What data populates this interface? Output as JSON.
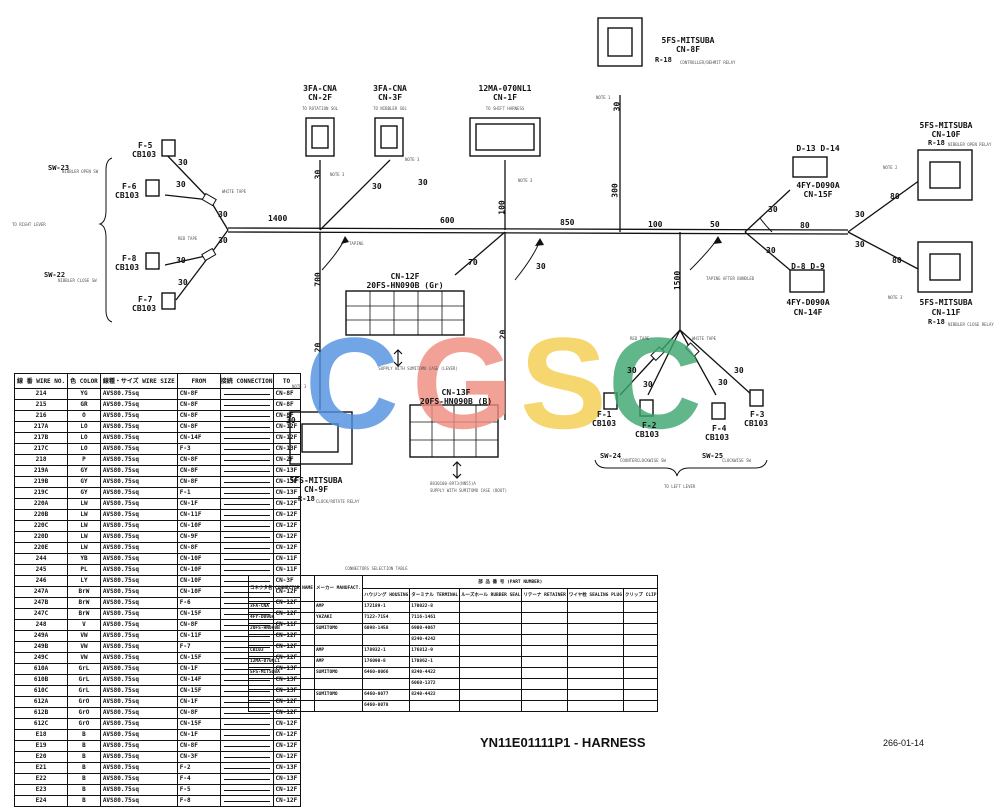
{
  "title": "YN11E01111P1 - HARNESS",
  "page_number": "266-01-14",
  "watermark": {
    "letters": [
      "C",
      "G",
      "S",
      "C"
    ],
    "colors": [
      "#4f8fe0",
      "#f08a7e",
      "#f5cc4a",
      "#3aa66d"
    ]
  },
  "connectors": {
    "cn2f": {
      "name": "3FA-CNA",
      "id": "CN-2F",
      "desc": "TO ROTATION SOL"
    },
    "cn3f": {
      "name": "3FA-CNA",
      "id": "CN-3F",
      "desc": "TO NIBBLER SOL",
      "note": "NOTE 3"
    },
    "cn1f": {
      "name": "12MA-070NL1",
      "id": "CN-1F",
      "desc": "TO SHIFT HARNESS",
      "note": "NOTE 3"
    },
    "cn8f": {
      "name": "5FS-MITSUBA",
      "id": "CN-8F",
      "ref": "R-18",
      "desc": "CONTROLLER/DEHMIT RELAY",
      "note": "NOTE 1"
    },
    "cn10f": {
      "name": "5FS-MITSUBA",
      "id": "CN-10F",
      "ref": "R-18",
      "desc": "NIBBLER OPEN RELAY",
      "note": "NOTE 2"
    },
    "cn11f": {
      "name": "5FS-MITSUBA",
      "id": "CN-11F",
      "ref": "R-18",
      "desc": "NIBBLER CLOSE RELAY",
      "note": "NOTE 3"
    },
    "cn15f": {
      "name": "4FY-D090A",
      "id": "CN-15F",
      "pins": "D-13 D-14"
    },
    "cn14f": {
      "name": "4FY-D090A",
      "id": "CN-14F",
      "pins": "D-8 D-9"
    },
    "cn12f": {
      "id": "CN-12F",
      "name": "20FS-HN090B (Gr)",
      "desc": "SUPPLY WITH SUMITOMO CASE (LEVER)"
    },
    "cn13f": {
      "id": "CN-13F",
      "name": "20FS-HN090B (B)",
      "desc": "SUPPLY WITH SUMITOMO CASE (BOOT)",
      "code": "8830100-8973(NN55)A"
    },
    "cn9f": {
      "name": "5FS-MITSUBA",
      "id": "CN-9F",
      "ref": "R-18",
      "desc": "CLOCK/ROTATE RELAY",
      "note": "NOTE 3"
    }
  },
  "switches": {
    "sw23": {
      "id": "SW-23",
      "desc": "NIBBLER OPEN SW"
    },
    "sw22": {
      "id": "SW-22",
      "desc": "NIBBLER CLOSE SW"
    },
    "sw24": {
      "id": "SW-24",
      "desc": "COUNTERCLOCKWISE SW"
    },
    "sw25": {
      "id": "SW-25",
      "desc": "CLOCKWISE SW"
    },
    "right_lever": "TO RIGHT LEVER",
    "left_lever": "TO LEFT LEVER"
  },
  "fuses": {
    "f5": {
      "id": "F-5",
      "cb": "CB103"
    },
    "f6": {
      "id": "F-6",
      "cb": "CB103"
    },
    "f8": {
      "id": "F-8",
      "cb": "CB103"
    },
    "f7": {
      "id": "F-7",
      "cb": "CB103"
    },
    "f1": {
      "id": "F-1",
      "cb": "CB103"
    },
    "f2": {
      "id": "F-2",
      "cb": "CB103"
    },
    "f4": {
      "id": "F-4",
      "cb": "CB103"
    },
    "f3": {
      "id": "F-3",
      "cb": "CB103"
    }
  },
  "annotations": {
    "white_tape": "WHITE TAPE",
    "red_tape": "RED TAPE",
    "red_tape_2": "RED TAPE",
    "white_tape_2": "WHITE TAPE",
    "taping": "TAPING",
    "taping_bundled": "TAPING AFTER BUNDLED",
    "note3": "NOTE 3"
  },
  "lengths": {
    "l1400": "1400",
    "l600": "600",
    "l850": "850",
    "l100a": "100",
    "l50": "50",
    "l80": "80",
    "l30a": "30",
    "l30b": "30",
    "l30c": "30",
    "l30d": "30",
    "l30e": "30",
    "l30f": "30",
    "l70": "70",
    "l700": "700",
    "l20a": "20",
    "l20b": "20",
    "l100b": "100",
    "l30g": "30",
    "l30h": "30",
    "l300": "300",
    "l30i": "30",
    "l30j": "30",
    "l30k": "30",
    "l80b": "80",
    "l80c": "80",
    "l30l": "30",
    "l1500": "1500",
    "l30m": "30",
    "l30n": "30",
    "l30o": "30",
    "l30p": "30",
    "l30q": "30",
    "l30r": "30",
    "l30s": "30",
    "l30t": "30"
  },
  "wire_table": {
    "headers": [
      "線 番\nWIRE NO.",
      "色\nCOLOR",
      "線種・サイズ\nWIRE SIZE",
      "FROM",
      "接続\nCONNECTION",
      "TO"
    ],
    "rows": [
      [
        "214",
        "YG",
        "AVS80.75sq",
        "CN-8F",
        "CN-8F"
      ],
      [
        "215",
        "GR",
        "AVS80.75sq",
        "CN-8F",
        "CN-8F"
      ],
      [
        "216",
        "O",
        "AVS80.75sq",
        "CN-8F",
        "CN-8F"
      ],
      [
        "217A",
        "LO",
        "AVS80.75sq",
        "CN-8F",
        "CN-12F"
      ],
      [
        "217B",
        "LO",
        "AVS80.75sq",
        "CN-14F",
        "CN-12F"
      ],
      [
        "217C",
        "LO",
        "AVS80.75sq",
        "F-3",
        "CN-13F"
      ],
      [
        "218",
        "P",
        "AVS80.75sq",
        "CN-8F",
        "CN-2F"
      ],
      [
        "219A",
        "GY",
        "AVS80.75sq",
        "CN-8F",
        "CN-13F"
      ],
      [
        "219B",
        "GY",
        "AVS80.75sq",
        "CN-8F",
        "CN-13F"
      ],
      [
        "219C",
        "GY",
        "AVS80.75sq",
        "F-1",
        "CN-13F"
      ],
      [
        "220A",
        "LW",
        "AVS80.75sq",
        "CN-1F",
        "CN-12F"
      ],
      [
        "220B",
        "LW",
        "AVS80.75sq",
        "CN-11F",
        "CN-12F"
      ],
      [
        "220C",
        "LW",
        "AVS80.75sq",
        "CN-10F",
        "CN-12F"
      ],
      [
        "220D",
        "LW",
        "AVS80.75sq",
        "CN-9F",
        "CN-12F"
      ],
      [
        "220E",
        "LW",
        "AVS80.75sq",
        "CN-8F",
        "CN-12F"
      ],
      [
        "244",
        "YB",
        "AVS80.75sq",
        "CN-10F",
        "CN-11F"
      ],
      [
        "245",
        "PL",
        "AVS80.75sq",
        "CN-10F",
        "CN-11F"
      ],
      [
        "246",
        "LY",
        "AVS80.75sq",
        "CN-10F",
        "CN-3F"
      ],
      [
        "247A",
        "BrW",
        "AVS80.75sq",
        "CN-10F",
        "CN-12F"
      ],
      [
        "247B",
        "BrW",
        "AVS80.75sq",
        "F-6",
        "CN-12F"
      ],
      [
        "247C",
        "BrW",
        "AVS80.75sq",
        "CN-15F",
        "CN-12F"
      ],
      [
        "248",
        "V",
        "AVS80.75sq",
        "CN-8F",
        "CN-11F"
      ],
      [
        "249A",
        "VW",
        "AVS80.75sq",
        "CN-11F",
        "CN-12F"
      ],
      [
        "249B",
        "VW",
        "AVS80.75sq",
        "F-7",
        "CN-12F"
      ],
      [
        "249C",
        "VW",
        "AVS80.75sq",
        "CN-15F",
        "CN-12F"
      ],
      [
        "610A",
        "GrL",
        "AVS80.75sq",
        "CN-1F",
        "CN-13F"
      ],
      [
        "610B",
        "GrL",
        "AVS80.75sq",
        "CN-14F",
        "CN-13F"
      ],
      [
        "610C",
        "GrL",
        "AVS80.75sq",
        "CN-15F",
        "CN-13F"
      ],
      [
        "612A",
        "GrO",
        "AVS80.75sq",
        "CN-1F",
        "CN-12F"
      ],
      [
        "612B",
        "GrO",
        "AVS80.75sq",
        "CN-8F",
        "CN-12F"
      ],
      [
        "612C",
        "GrO",
        "AVS80.75sq",
        "CN-15F",
        "CN-12F"
      ],
      [
        "E18",
        "B",
        "AVS80.75sq",
        "CN-1F",
        "CN-12F"
      ],
      [
        "E19",
        "B",
        "AVS80.75sq",
        "CN-8F",
        "CN-12F"
      ],
      [
        "E20",
        "B",
        "AVS80.75sq",
        "CN-3F",
        "CN-12F"
      ],
      [
        "E21",
        "B",
        "AVS80.75sq",
        "F-2",
        "CN-13F"
      ],
      [
        "E22",
        "B",
        "AVS80.75sq",
        "F-4",
        "CN-13F"
      ],
      [
        "E23",
        "B",
        "AVS80.75sq",
        "F-5",
        "CN-12F"
      ],
      [
        "E24",
        "B",
        "AVS80.75sq",
        "F-8",
        "CN-12F"
      ]
    ]
  },
  "ref_table": {
    "caption": "CONNECTORS SELECTION TABLE",
    "headers": [
      "コネクタ名\nCONNECTOR NAME",
      "メーカー\nMANUFACT.",
      "ハウジング\nHOUSING",
      "ターミナル\nTERMINAL",
      "ルーズホール\nRUBBER SEAL",
      "リテーナ\nRETAINER",
      "ワイヤ栓\nSEALING PLUG",
      "クリップ\nCLIP"
    ],
    "group_header": "部 品 番 号 (PART NUMBER)",
    "rows": [
      [
        "3FA-CNA",
        "AMP",
        "172189-1",
        "170022-8",
        "",
        "",
        "",
        ""
      ],
      [
        "4FY-D090A",
        "YAZAKI",
        "7122-7154",
        "7116-1461",
        "",
        "",
        "",
        ""
      ],
      [
        "20FS-HN090B",
        "SUMITOMO",
        "6098-1458",
        "6900-4067",
        "",
        "",
        "",
        ""
      ],
      [
        "",
        "",
        "",
        "8240-4242",
        "",
        "",
        "",
        ""
      ],
      [
        "CB103",
        "AMP",
        "178932-1",
        "176812-9",
        "",
        "",
        "",
        ""
      ],
      [
        "12MA-070NL1",
        "AMP",
        "176090-8",
        "170862-1",
        "",
        "",
        "",
        ""
      ],
      [
        "5FS-MITSUBA",
        "SUMITOMO",
        "6460-0066",
        "8240-4422",
        "",
        "",
        "",
        ""
      ],
      [
        "",
        "",
        "",
        "6060-1372",
        "",
        "",
        "",
        ""
      ],
      [
        "",
        "SUMITOMO",
        "6460-0077",
        "8240-4422",
        "",
        "",
        "",
        ""
      ],
      [
        "",
        "",
        "6460-0078",
        "",
        "",
        "",
        "",
        ""
      ]
    ]
  }
}
